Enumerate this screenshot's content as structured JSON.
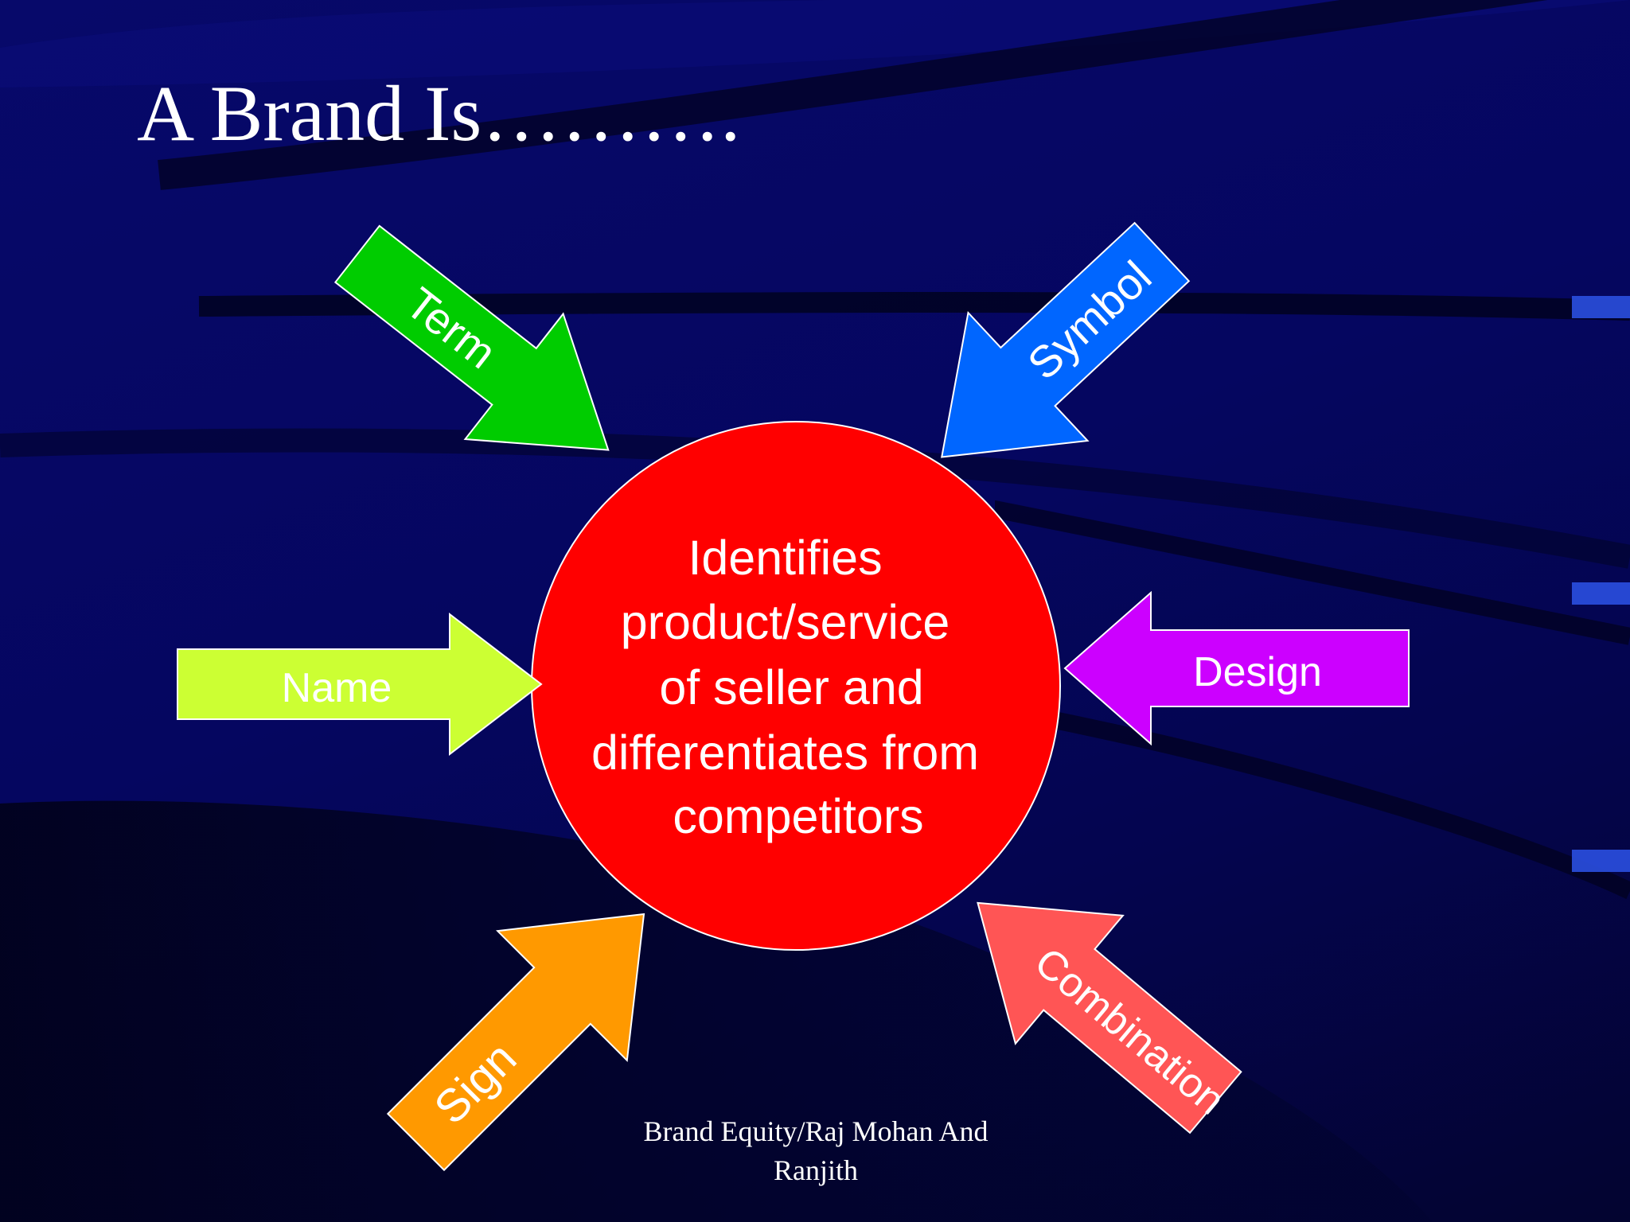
{
  "slide": {
    "title": "A Brand Is……….",
    "footer_line1": "Brand Equity/Raj Mohan And",
    "footer_line2": "Ranjith"
  },
  "center": {
    "lines": [
      "Identifies",
      "product/service",
      "of seller and",
      "differentiates from",
      "competitors"
    ],
    "color": "#ff0000"
  },
  "arrows": {
    "term": {
      "label": "Term",
      "color": "#00cc00"
    },
    "symbol": {
      "label": "Symbol",
      "color": "#0066ff"
    },
    "name": {
      "label": "Name",
      "color": "#ccff33"
    },
    "design": {
      "label": "Design",
      "color": "#cc00ff"
    },
    "sign": {
      "label": "Sign",
      "color": "#ff9900"
    },
    "combination": {
      "label": "Combination",
      "color": "#ff5555"
    }
  }
}
